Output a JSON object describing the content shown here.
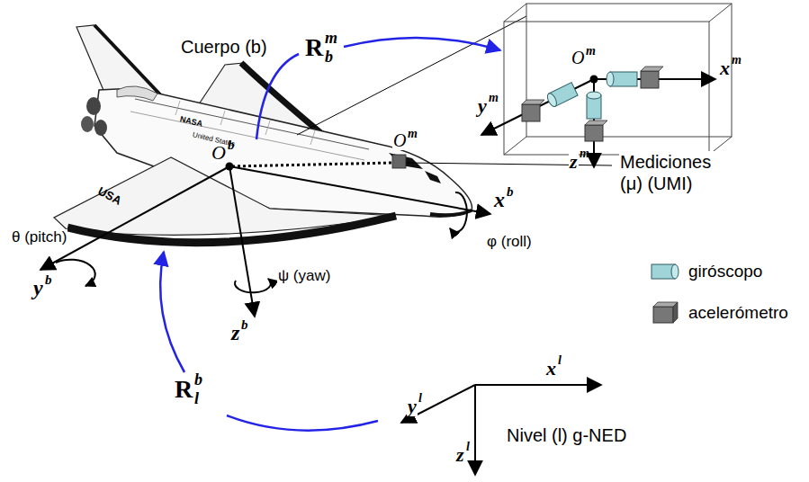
{
  "diagram": {
    "labels": [
      "Cuerpo (b)",
      "R",
      "m",
      "b",
      "O",
      "b",
      "O",
      "m",
      "x",
      "b",
      "φ (roll)",
      "θ (pitch)",
      "y",
      "b",
      "ψ (yaw)",
      "z",
      "b",
      "O",
      "m",
      "x",
      "m",
      "y",
      "m",
      "z",
      "m",
      "Mediciones (μ) (UMI)",
      "R",
      "b",
      "l",
      "x",
      "l",
      "y",
      "l",
      "z",
      "l",
      "Nivel (l) g-NED",
      "NASA",
      "United States",
      "USA"
    ],
    "legend": [
      {
        "text": "giróscopo"
      },
      {
        "text": "acelerómetro"
      }
    ]
  }
}
